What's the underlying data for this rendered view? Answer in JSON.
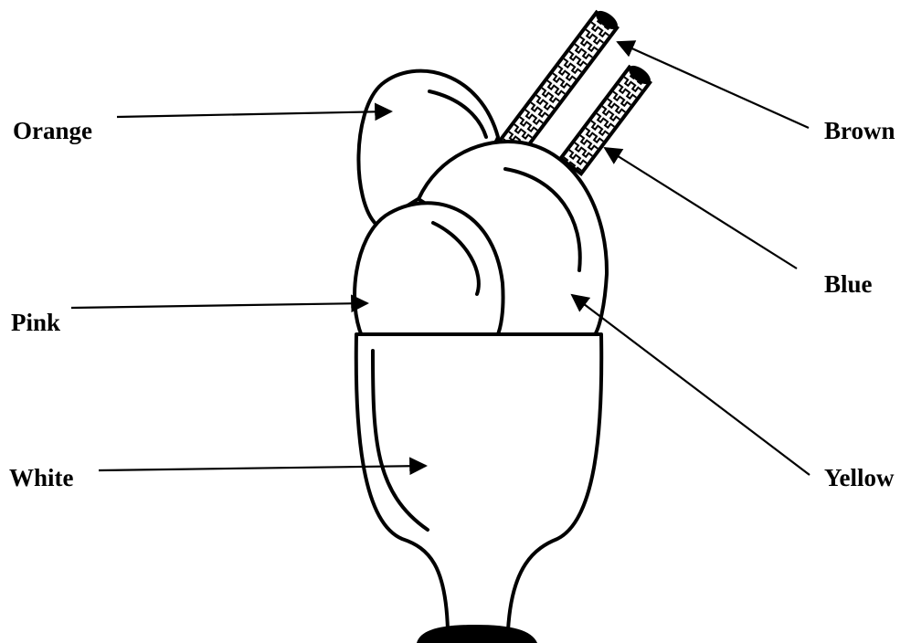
{
  "labels": {
    "orange": "Orange",
    "pink": "Pink",
    "white": "White",
    "brown": "Brown",
    "blue": "Blue",
    "yellow": "Yellow"
  },
  "colors": {
    "line": "#000000",
    "background": "#ffffff"
  }
}
